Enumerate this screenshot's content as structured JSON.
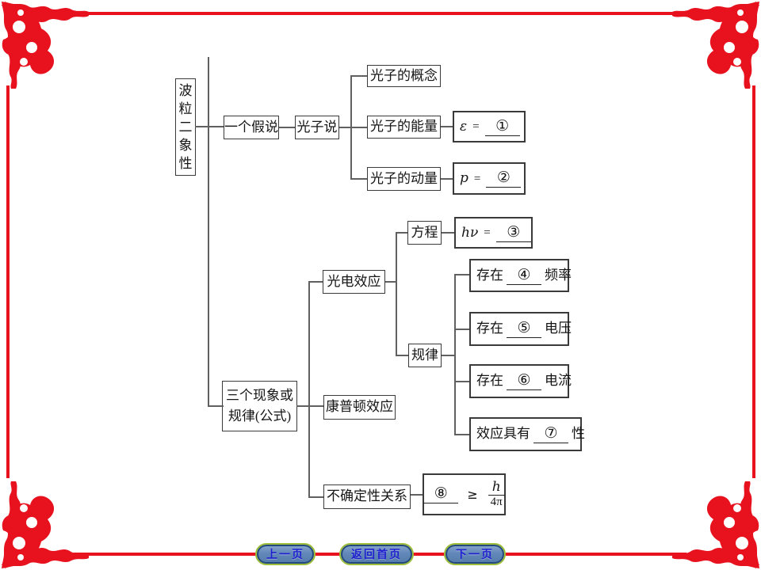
{
  "slide": {
    "border_color": "#e8111e",
    "connector_color": "#606060",
    "decor": {
      "corner_ornament": "red-floral-flourish"
    }
  },
  "diagram": {
    "root": {
      "label": "波粒二象性"
    },
    "branch1": {
      "label": "一个假说",
      "child": {
        "label": "光子说"
      },
      "leaves": {
        "concept": {
          "label": "光子的概念"
        },
        "energy": {
          "label": "光子的能量",
          "formula": {
            "lhs": "ε",
            "eq": "=",
            "blank": "①"
          }
        },
        "momentum": {
          "label": "光子的动量",
          "formula": {
            "lhs": "p",
            "eq": "=",
            "blank": "②"
          }
        }
      }
    },
    "branch2": {
      "label_line1": "三个现象或",
      "label_line2": "规律(公式)",
      "photoelectric": {
        "label": "光电效应",
        "equation": {
          "label": "方程",
          "formula": {
            "lhs": "hν",
            "eq": "=",
            "blank": "③"
          }
        },
        "laws": {
          "label": "规律",
          "items": [
            {
              "pre": "存在",
              "blank": "④",
              "post": "频率"
            },
            {
              "pre": "存在",
              "blank": "⑤",
              "post": "电压"
            },
            {
              "pre": "存在",
              "blank": "⑥",
              "post": "电流"
            },
            {
              "pre": "效应具有",
              "blank": "⑦",
              "post": "性"
            }
          ]
        }
      },
      "compton": {
        "label": "康普顿效应"
      },
      "uncertainty": {
        "label": "不确定性关系",
        "formula": {
          "blank": "⑧",
          "rel": "≥",
          "numerator": "h",
          "denominator": "4π"
        }
      }
    }
  },
  "nav": {
    "prev": "上一页",
    "home": "返回首页",
    "next": "下一页"
  }
}
